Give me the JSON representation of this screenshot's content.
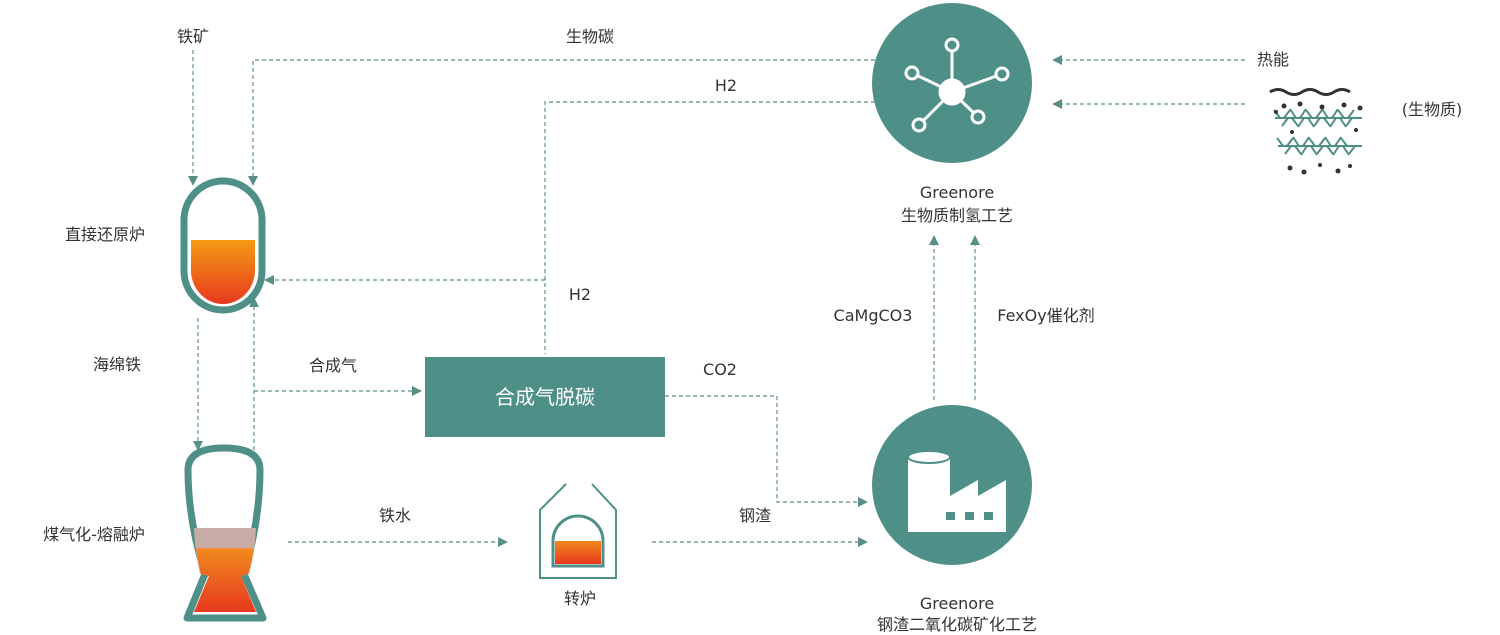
{
  "colors": {
    "teal": "#4e8f87",
    "line": "#5a8f89",
    "molten_top": "#f39c12",
    "molten_bottom": "#e8391f",
    "slag": "#c9aba6"
  },
  "labels": {
    "iron_ore": "铁矿",
    "biocarbon": "生物碳",
    "h2_top": "H2",
    "heat": "热能",
    "biomass": "(生物质)",
    "direct_reduction": "直接还原炉",
    "h2_mid": "H2",
    "sponge_iron": "海绵铁",
    "syngas": "合成气",
    "syngas_decarb": "合成气脱碳",
    "co2": "CO2",
    "camgco3": "CaMgCO3",
    "fexoy": "FexOy催化剂",
    "melter_gasifier": "煤气化-熔融炉",
    "hot_metal": "铁水",
    "converter": "转炉",
    "steel_slag": "钢渣",
    "green_h2_l1": "Greenore",
    "green_h2_l2": "生物质制氢工艺",
    "green_co2_l1": "Greenore",
    "green_co2_l2": "钢渣二氧化碳矿化工艺"
  },
  "icons": {
    "hydrogen": "molecule-icon",
    "mineralization": "factory-icon",
    "biomass": "seaweed-icon"
  }
}
